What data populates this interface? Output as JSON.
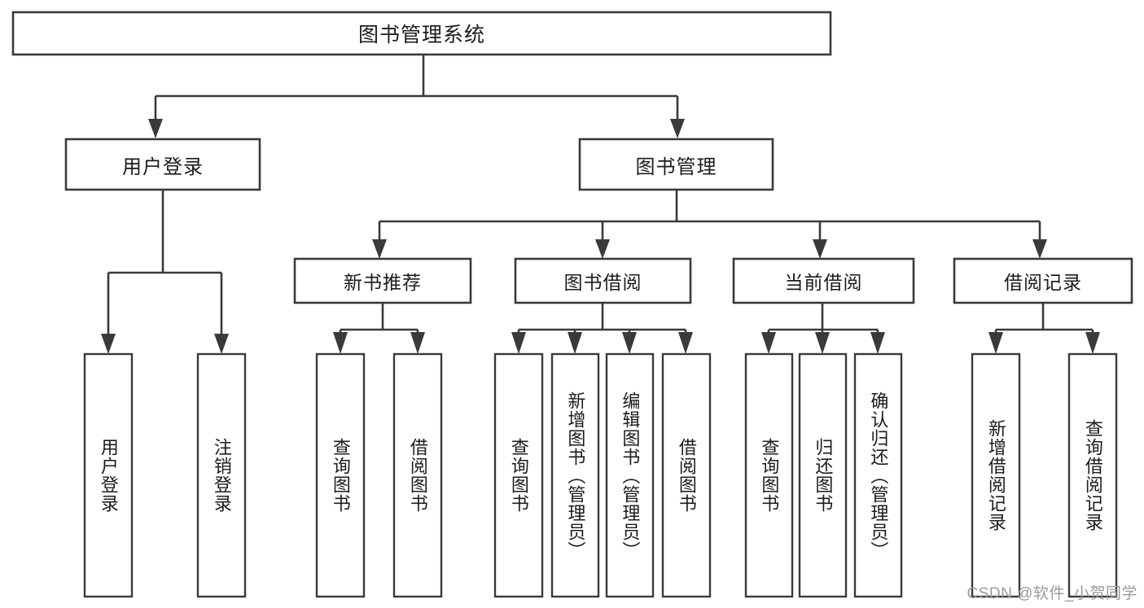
{
  "diagram": {
    "type": "tree-hierarchy",
    "title": "图书管理系统",
    "watermark": "CSDN @软件_小贺同学",
    "colors": {
      "stroke": "#3a3a3a",
      "fill": "#ffffff",
      "text": "#1c1c1c",
      "watermark": "#9a9a9a"
    },
    "root": {
      "label": "图书管理系统"
    },
    "level1": [
      {
        "label": "用户登录"
      },
      {
        "label": "图书管理"
      }
    ],
    "level2": [
      {
        "label": "新书推荐"
      },
      {
        "label": "图书借阅"
      },
      {
        "label": "当前借阅"
      },
      {
        "label": "借阅记录"
      }
    ],
    "leaves": {
      "user_login": [
        {
          "label": "用户登录"
        },
        {
          "label": "注销登录"
        }
      ],
      "new_book_rec": [
        {
          "label": "查询图书"
        },
        {
          "label": "借阅图书"
        }
      ],
      "book_borrow": [
        {
          "label": "查询图书"
        },
        {
          "label": "新增图书（管理员）"
        },
        {
          "label": "编辑图书（管理员）"
        },
        {
          "label": "借阅图书"
        }
      ],
      "current_borrow": [
        {
          "label": "查询图书"
        },
        {
          "label": "归还图书"
        },
        {
          "label": "确认归还（管理员）"
        }
      ],
      "borrow_record": [
        {
          "label": "新增借阅记录"
        },
        {
          "label": "查询借阅记录"
        }
      ]
    }
  }
}
